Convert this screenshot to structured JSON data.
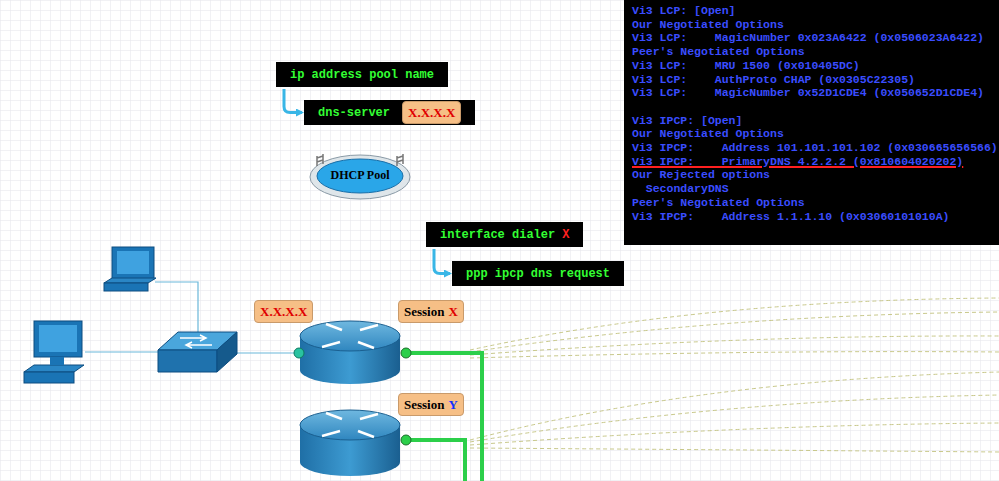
{
  "diagram": {
    "nodes": [
      {
        "text": [
          "Vi3 LCP: [Open]",
          "Our Negotiated Options",
          "Vi3 LCP:    MagicNumber 0x023A6422 (0x0506023A6422)",
          "Peer's Negotiated Options",
          "Vi3 LCP:    MRU 1500 (0x010405DC)",
          "Vi3 LCP:    AuthProto CHAP (0x0305C22305)",
          "Vi3 LCP:    MagicNumber 0x52D1CDE4 (0x050652D1CDE4)",
          "Vi3 IPCP: [Open]",
          "Our Negotiated Options",
          "Vi3 IPCP:    Address 101.101.101.102 (0x030665656566)",
          "Vi3 IPCP:    PrimaryDNS 4.2.2.2 (0x810604020202)",
          "Our Rejected options",
          "  SecondaryDNS",
          "Peer's Negotiated Options",
          "Vi3 IPCP:    Address 1.1.1.10 (0x03060101010A)"
        ]
      },
      {
        "text": [
          "ip address pool name"
        ]
      },
      {
        "text": [
          "dns-server"
        ]
      },
      {
        "text": [
          "X.X.X.X"
        ],
        "in": 2
      },
      {
        "text": [
          "DHCP Pool"
        ]
      },
      {
        "text": [
          "interface dialer",
          "X"
        ]
      },
      {
        "text": [
          "ppp ipcp dns request"
        ]
      },
      {
        "text": [
          "X.X.X.X"
        ]
      },
      {
        "text": [
          "Session",
          "X"
        ]
      },
      {
        "text": [
          "Session",
          "Y"
        ]
      }
    ],
    "edges": [
      {
        "from": 1,
        "to": 2,
        "arrow": "to"
      },
      {
        "from": 5,
        "to": 6,
        "arrow": "to"
      }
    ]
  }
}
